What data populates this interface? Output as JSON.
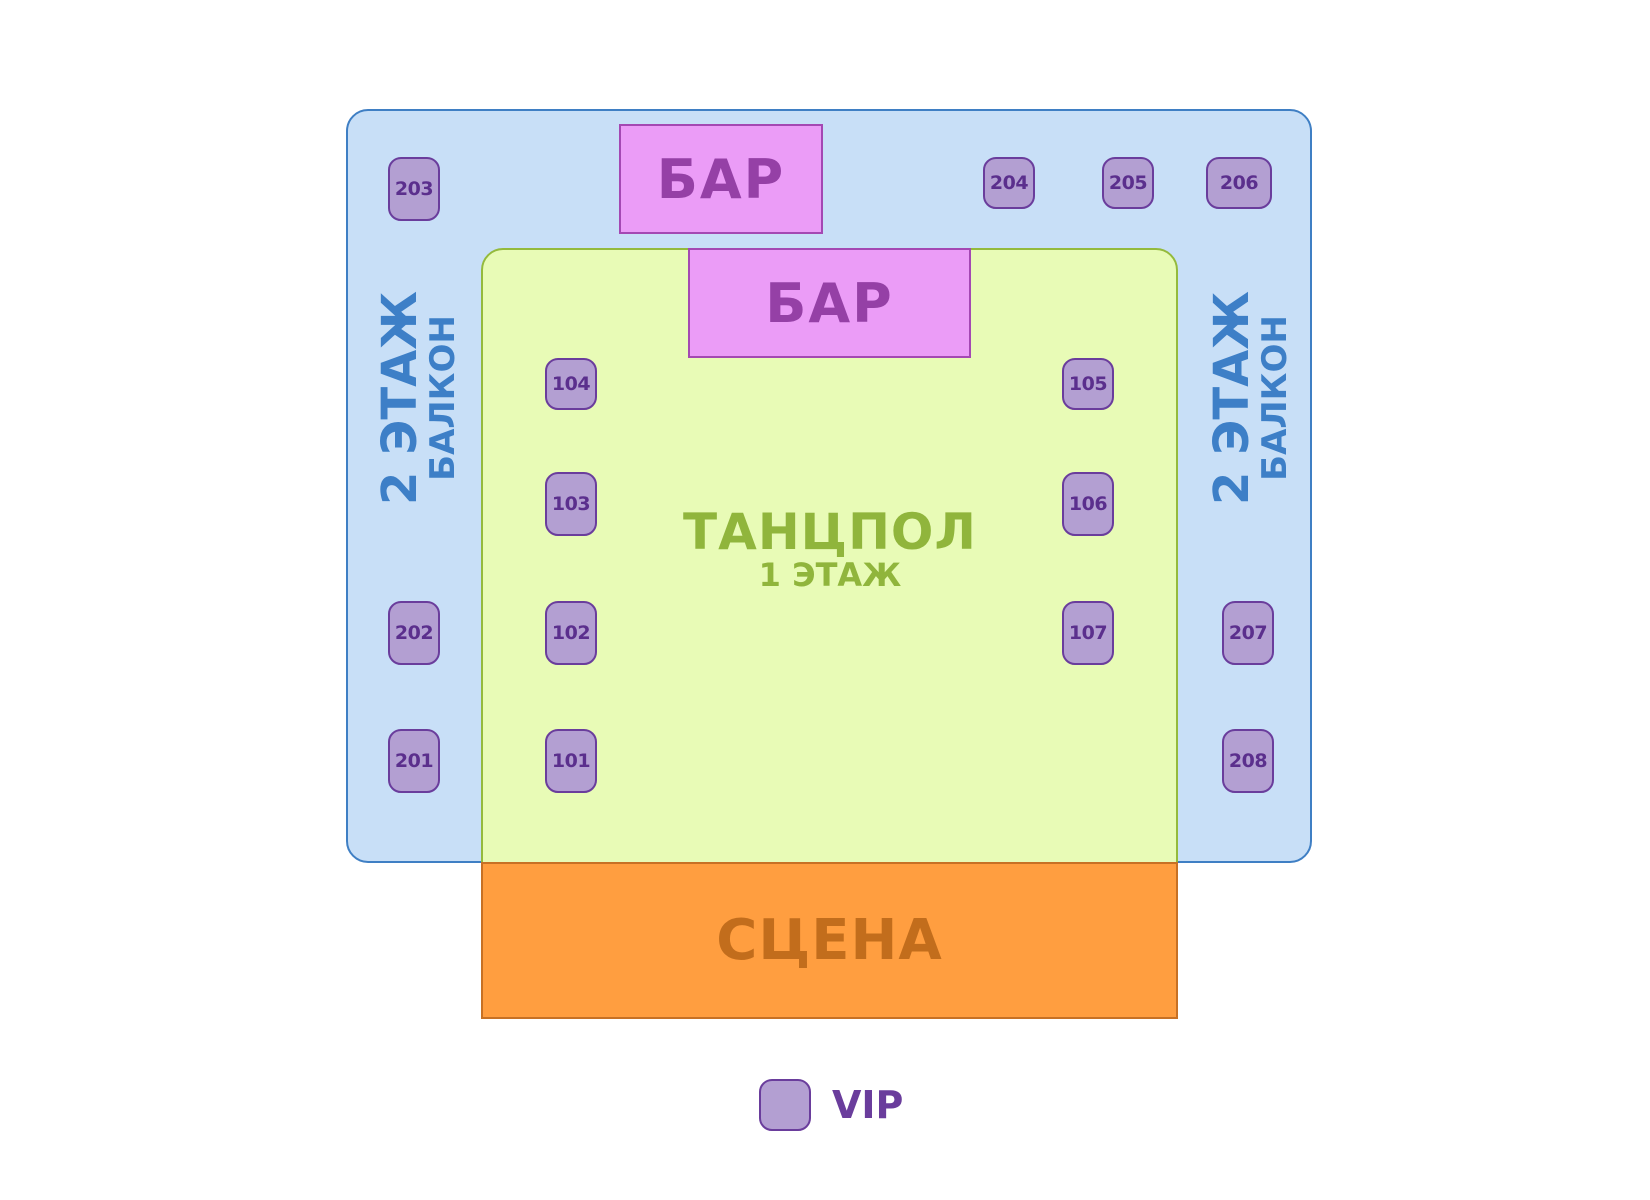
{
  "zones": {
    "balcony_title": "2 ЭТАЖ",
    "balcony_subtitle": "БАЛКОН",
    "dancefloor_title": "ТАНЦПОЛ",
    "dancefloor_subtitle": "1 ЭТАЖ",
    "bar_label": "БАР",
    "stage_label": "СЦЕНА"
  },
  "tables": {
    "t101": "101",
    "t102": "102",
    "t103": "103",
    "t104": "104",
    "t105": "105",
    "t106": "106",
    "t107": "107",
    "t201": "201",
    "t202": "202",
    "t203": "203",
    "t204": "204",
    "t205": "205",
    "t206": "206",
    "t207": "207",
    "t208": "208"
  },
  "legend": {
    "label": "VIP"
  },
  "colors": {
    "balcony": "#c8dff7",
    "dancefloor": "#e8fbb6",
    "bar": "#eb9cf7",
    "stage": "#ff9e40",
    "vip_table": "#b39fd2"
  }
}
